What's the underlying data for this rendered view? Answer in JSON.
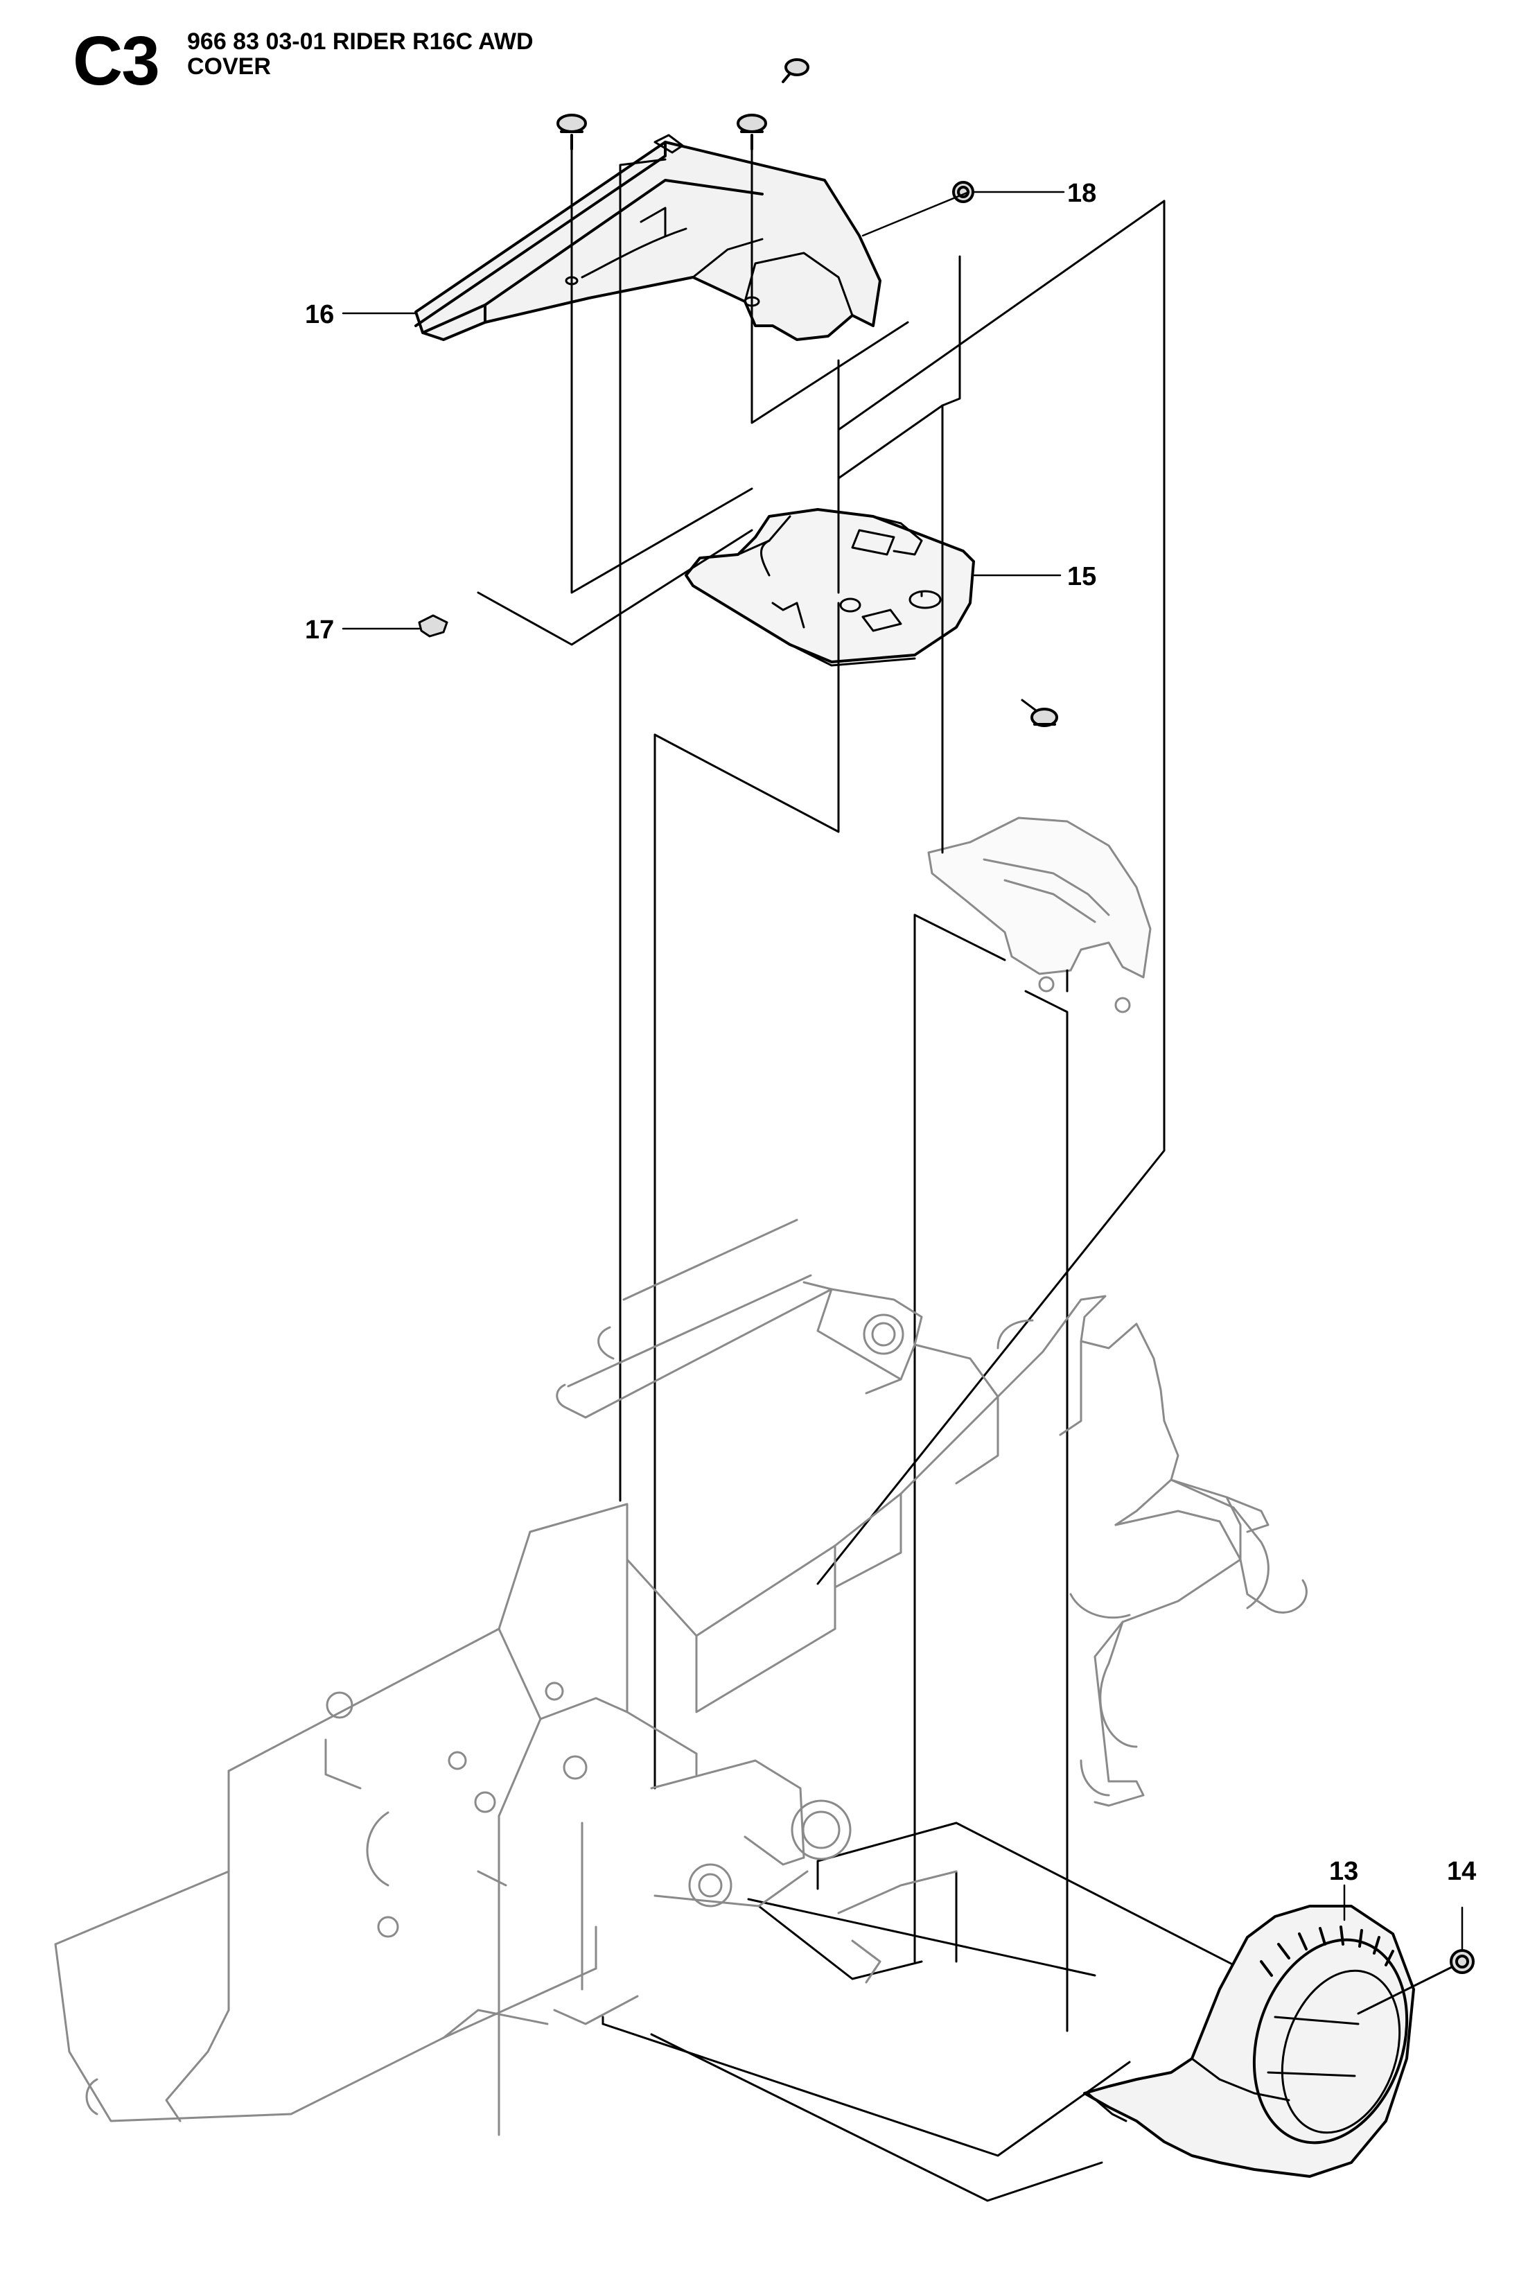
{
  "header": {
    "section": "C3",
    "line1": "966 83 03-01 RIDER R16C AWD",
    "line2": "COVER"
  },
  "callouts": [
    {
      "id": "13",
      "label": "13"
    },
    {
      "id": "14",
      "label": "14"
    },
    {
      "id": "15",
      "label": "15"
    },
    {
      "id": "16",
      "label": "16"
    },
    {
      "id": "17",
      "label": "17"
    },
    {
      "id": "18",
      "label": "18"
    }
  ],
  "colors": {
    "ink": "#000000",
    "faint": "#8a8a8a",
    "fill": "#e9e9e9"
  }
}
